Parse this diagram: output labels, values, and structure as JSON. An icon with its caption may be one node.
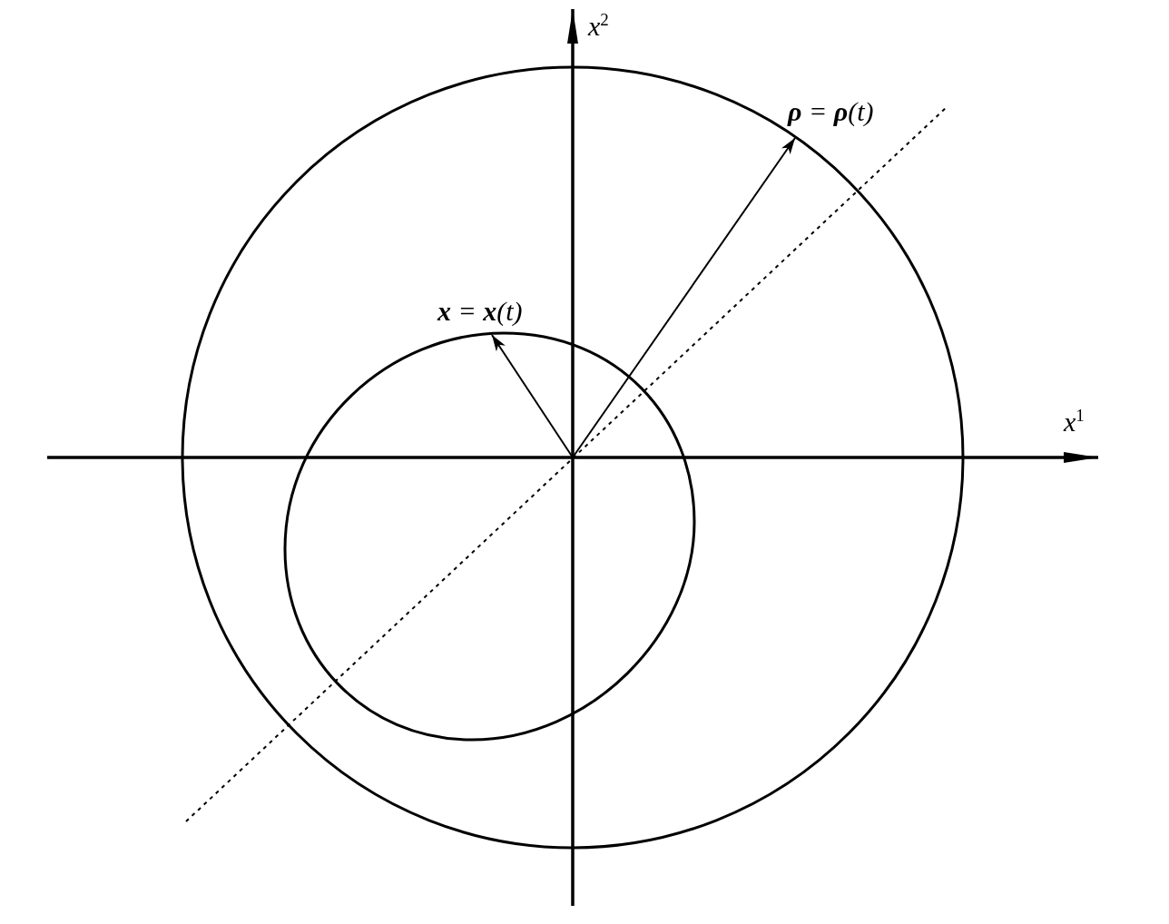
{
  "diagram": {
    "labels": [
      "x$^{2}$",
      "x$^{1}$",
      "**ρ** = **ρ**(t)",
      "**x** = **x**(t)"
    ]
  }
}
